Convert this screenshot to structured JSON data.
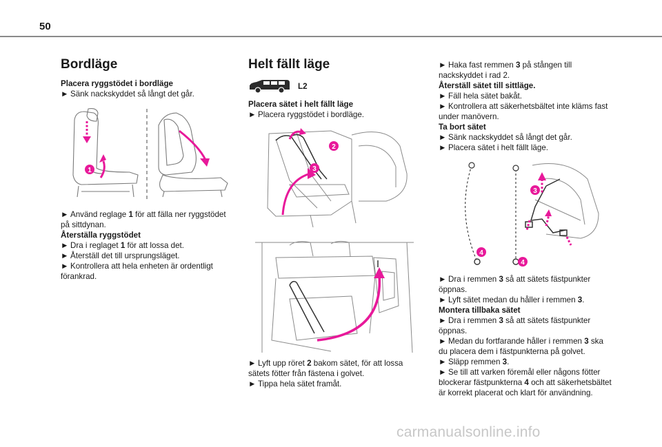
{
  "page_number": "50",
  "arrow": "►",
  "col1": {
    "title": "Bordläge",
    "sub1": "Placera ryggstödet i bordläge",
    "s1": "Sänk nackskyddet så långt det går.",
    "fig_label": "1",
    "s2a": "Använd reglage ",
    "s2n": "1",
    "s2b": " för att fälla ner ryggstödet",
    "s2c": "på sittdynan.",
    "sub2": "Återställa ryggstödet",
    "s3a": "Dra i reglaget ",
    "s3n": "1",
    "s3b": " för att lossa det.",
    "s4": "Återställ det till ursprungsläget.",
    "s5a": "Kontrollera att hela enheten är ordentligt",
    "s5b": "förankrad."
  },
  "col2": {
    "title": "Helt fällt läge",
    "badge": "L2",
    "sub1": "Placera sätet i helt fällt läge",
    "s1": "Placera ryggstödet i bordläge.",
    "fig_label_2": "2",
    "fig_label_3": "3",
    "s2a": "Lyft upp röret ",
    "s2n": "2",
    "s2b": " bakom sätet, för att lossa",
    "s2c": "sätets fötter från fästena i golvet.",
    "s3": "Tippa hela sätet framåt."
  },
  "col3": {
    "s1a": "Haka fast remmen ",
    "s1n": "3",
    "s1b": " på stången till",
    "s1c": "nackskyddet i rad 2.",
    "sub1": "Återställ sätet till sittläge.",
    "s2": "Fäll hela sätet bakåt.",
    "s3a": "Kontrollera att säkerhetsbältet inte kläms fast",
    "s3b": "under manövern.",
    "sub2": "Ta bort sätet",
    "s4": "Sänk nackskyddet så långt det går.",
    "s5": "Placera sätet i helt fällt läge.",
    "fig_label_3": "3",
    "fig_label_4": "4",
    "s6a": "Dra i remmen ",
    "s6n": "3",
    "s6b": " så att sätets fästpunkter",
    "s6c": "öppnas.",
    "s7a": "Lyft sätet medan du håller i remmen ",
    "s7n": "3",
    "s7b": ".",
    "sub3": "Montera tillbaka sätet",
    "s8a": "Dra i remmen ",
    "s8n": "3",
    "s8b": " så att sätets fästpunkter",
    "s8c": "öppnas.",
    "s9a": "Medan du fortfarande håller i remmen ",
    "s9n": "3",
    "s9b": " ska",
    "s9c": "du placera dem i fästpunkterna på golvet.",
    "s10a": "Släpp remmen ",
    "s10n": "3",
    "s10b": ".",
    "s11a": "Se till att varken föremål eller någons fötter",
    "s11b": "blockerar fästpunkterna ",
    "s11n": "4",
    "s11c": " och att säkerhetsbältet",
    "s11d": "är korrekt placerat och klart för användning."
  },
  "watermark": "carmanualsonline.info",
  "colors": {
    "accent": "#e8199a",
    "text": "#1a1a1a",
    "rule": "#8a8a8a",
    "watermark": "#c7c7c7"
  }
}
